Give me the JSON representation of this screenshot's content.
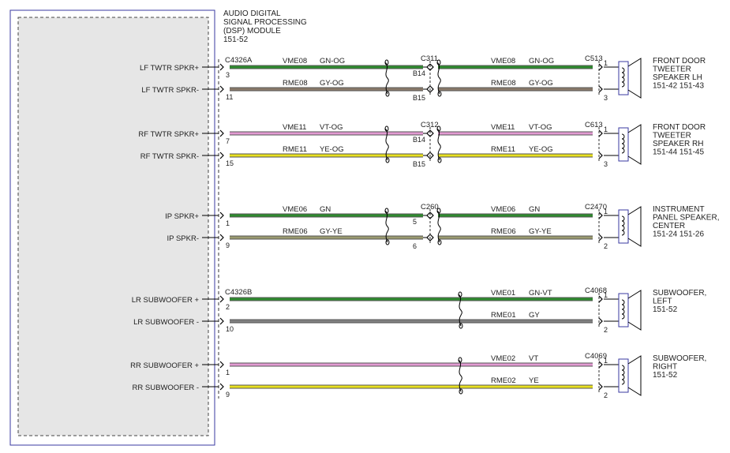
{
  "module": {
    "title_lines": [
      "AUDIO DIGITAL",
      "SIGNAL PROCESSING",
      "(DSP) MODULE"
    ],
    "ref": "151-52",
    "connector_a": "C4326A",
    "connector_b": "C4326B"
  },
  "colors": {
    "GN-OG": "#2e8b2e",
    "GY-OG": "#8a7a6a",
    "VT-OG": "#e29ad2",
    "YE-OG": "#e8e020",
    "GN": "#2e8b2e",
    "GY-YE": "#9a9a70",
    "GN-VT": "#2e8b2e",
    "GY": "#808080",
    "VT": "#e29ad2",
    "YE": "#e8e020",
    "module_border": "#3a3aa0",
    "speaker_box": "#3a3aa0"
  },
  "groups": [
    {
      "inline_connector": "C311",
      "far_connector": "C513",
      "speaker_lines": [
        "FRONT DOOR",
        "TWEETER",
        "SPEAKER LH"
      ],
      "speaker_refs": "151-42  151-43",
      "wires": [
        {
          "label": "LF TWTR SPKR+",
          "pin_a": "3",
          "circuit": "VME08",
          "color": "GN-OG",
          "inline_pin": "B14",
          "far_pin": "1"
        },
        {
          "label": "LF TWTR SPKR-",
          "pin_a": "11",
          "circuit": "RME08",
          "color": "GY-OG",
          "inline_pin": "B15",
          "far_pin": "3"
        }
      ]
    },
    {
      "inline_connector": "C312",
      "far_connector": "C613",
      "speaker_lines": [
        "FRONT DOOR",
        "TWEETER",
        "SPEAKER RH"
      ],
      "speaker_refs": "151-44  151-45",
      "wires": [
        {
          "label": "RF TWTR SPKR+",
          "pin_a": "7",
          "circuit": "VME11",
          "color": "VT-OG",
          "inline_pin": "B14",
          "far_pin": "1"
        },
        {
          "label": "RF TWTR SPKR-",
          "pin_a": "15",
          "circuit": "RME11",
          "color": "YE-OG",
          "inline_pin": "B15",
          "far_pin": "3"
        }
      ]
    },
    {
      "inline_connector": "C260",
      "far_connector": "C2470",
      "speaker_lines": [
        "INSTRUMENT",
        "PANEL SPEAKER,",
        "CENTER"
      ],
      "speaker_refs": "151-24  151-26",
      "wires": [
        {
          "label": "IP SPKR+",
          "pin_a": "1",
          "circuit": "VME06",
          "color": "GN",
          "inline_pin": "5",
          "far_pin": "1"
        },
        {
          "label": "IP SPKR-",
          "pin_a": "9",
          "circuit": "RME06",
          "color": "GY-YE",
          "inline_pin": "6",
          "far_pin": "2"
        }
      ]
    },
    {
      "inline_connector": "",
      "far_connector": "C4068",
      "speaker_lines": [
        "SUBWOOFER,",
        "LEFT"
      ],
      "speaker_refs": "151-52",
      "wires": [
        {
          "label": "LR SUBWOOFER +",
          "pin_a": "2",
          "circuit": "VME01",
          "color": "GN-VT",
          "inline_pin": "",
          "far_pin": "1"
        },
        {
          "label": "LR SUBWOOFER -",
          "pin_a": "10",
          "circuit": "RME01",
          "color": "GY",
          "inline_pin": "",
          "far_pin": "2"
        }
      ]
    },
    {
      "inline_connector": "",
      "far_connector": "C4069",
      "speaker_lines": [
        "SUBWOOFER,",
        "RIGHT"
      ],
      "speaker_refs": "151-52",
      "wires": [
        {
          "label": "RR SUBWOOFER +",
          "pin_a": "1",
          "circuit": "VME02",
          "color": "VT",
          "inline_pin": "",
          "far_pin": "1"
        },
        {
          "label": "RR SUBWOOFER -",
          "pin_a": "9",
          "circuit": "RME02",
          "color": "YE",
          "inline_pin": "",
          "far_pin": "2"
        }
      ]
    }
  ]
}
